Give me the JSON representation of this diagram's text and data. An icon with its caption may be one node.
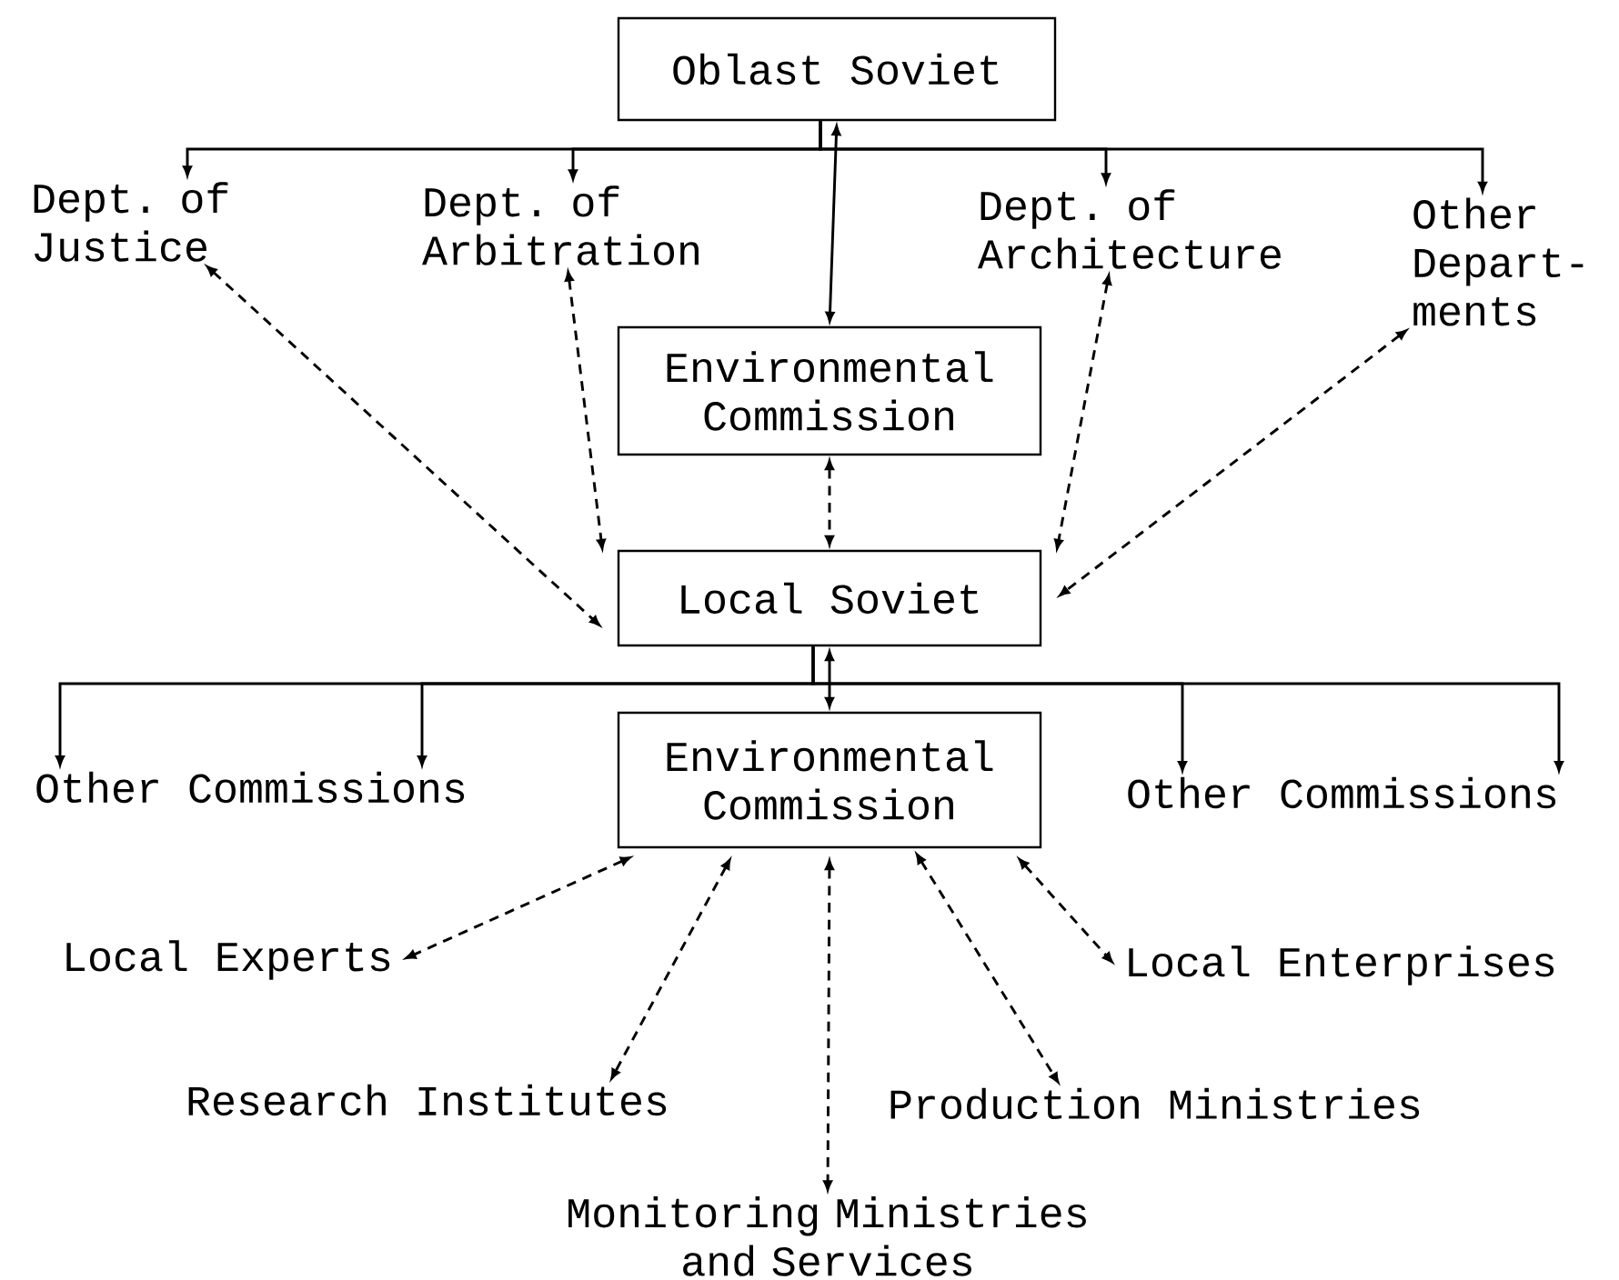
{
  "diagram": {
    "nodes": [
      {
        "text": [
          "Oblast Soviet"
        ]
      },
      {
        "text": [
          "Dept. of Justice"
        ]
      },
      {
        "text": [
          "Dept. of Arbitration"
        ]
      },
      {
        "text": [
          "Environmental Commission"
        ]
      },
      {
        "text": [
          "Dept. of Architecture"
        ]
      },
      {
        "text": [
          "Other Depart- ments"
        ]
      },
      {
        "text": [
          "Local Soviet"
        ]
      },
      {
        "text": [
          "Other Commissions"
        ]
      },
      {
        "text": [
          "Environmental Commission"
        ]
      },
      {
        "text": [
          "Other Commissions"
        ]
      },
      {
        "text": [
          "Local Experts"
        ]
      },
      {
        "text": [
          "Research Institutes"
        ]
      },
      {
        "text": [
          "Monitoring Ministries and Services"
        ]
      },
      {
        "text": [
          "Production Ministries"
        ]
      },
      {
        "text": [
          "Local Enterprises"
        ]
      }
    ],
    "edges": [
      {
        "from": 0,
        "to": 1,
        "arrow": "to"
      },
      {
        "from": 0,
        "to": 2,
        "arrow": "to"
      },
      {
        "from": 0,
        "to": 3,
        "arrow": "both"
      },
      {
        "from": 0,
        "to": 4,
        "arrow": "to"
      },
      {
        "from": 0,
        "to": 5,
        "arrow": "to"
      },
      {
        "from": 1,
        "to": 6,
        "arrow": "both",
        "style": "dashed"
      },
      {
        "from": 2,
        "to": 6,
        "arrow": "both",
        "style": "dashed"
      },
      {
        "from": 3,
        "to": 6,
        "arrow": "both",
        "style": "dashed"
      },
      {
        "from": 4,
        "to": 6,
        "arrow": "both",
        "style": "dashed"
      },
      {
        "from": 5,
        "to": 6,
        "arrow": "both",
        "style": "dashed"
      },
      {
        "from": 6,
        "to": 7,
        "arrow": "to"
      },
      {
        "from": 6,
        "to": 7,
        "arrow": "to"
      },
      {
        "from": 6,
        "to": 8,
        "arrow": "both"
      },
      {
        "from": 6,
        "to": 9,
        "arrow": "to"
      },
      {
        "from": 6,
        "to": 9,
        "arrow": "to"
      },
      {
        "from": 8,
        "to": 10,
        "arrow": "both",
        "style": "dashed"
      },
      {
        "from": 8,
        "to": 11,
        "arrow": "both",
        "style": "dashed"
      },
      {
        "from": 8,
        "to": 12,
        "arrow": "both",
        "style": "dashed"
      },
      {
        "from": 8,
        "to": 13,
        "arrow": "both",
        "style": "dashed"
      },
      {
        "from": 8,
        "to": 14,
        "arrow": "both",
        "style": "dashed"
      }
    ]
  }
}
